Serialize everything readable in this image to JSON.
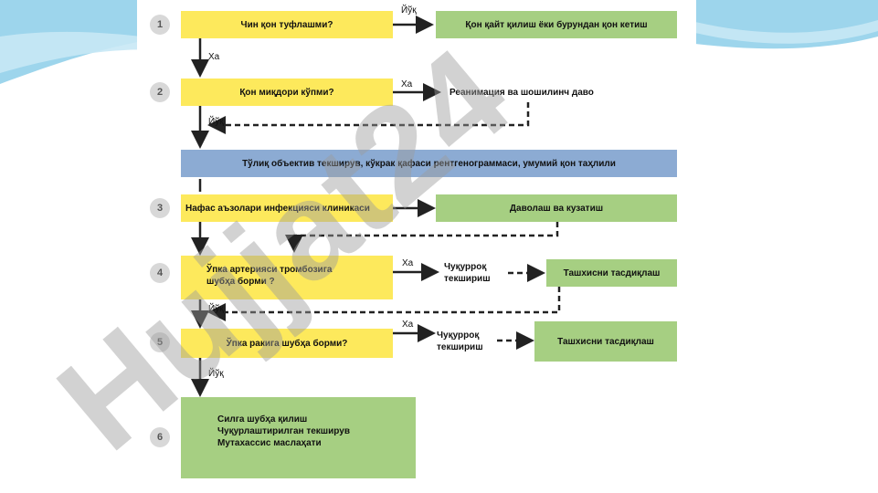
{
  "steps": [
    "1",
    "2",
    "3",
    "4",
    "5",
    "6"
  ],
  "boxes": {
    "q1": "Чин қон туфлашми?",
    "a1": "Қон қайт қилиш ёки бурундан қон кетиш",
    "q2": "Қон миқдори кўпми?",
    "a2": "Реанимация ва шошилинч даво",
    "exam": "Тўлиқ объектив текширув, кўкрак қафаси рентгенограммаси, умумий қон таҳлили",
    "q3": "Нафас аъзолари инфекцияси клиникаси",
    "a3": "Даволаш ва кузатиш",
    "q4_line1": "Ўпка артерияси тромбозига",
    "q4_line2": "шубҳа борми ?",
    "a4_line1": "Чуқурроқ",
    "a4_line2": "текшириш",
    "c4": "Ташхисни тасдиқлаш",
    "q5": "Ўпка ракига шубҳа борми?",
    "a5_line1": "Чуқурроқ",
    "a5_line2": "текшириш",
    "c5": "Ташхисни тасдиқлаш",
    "f6_line1": "Силга шубҳа қилиш",
    "f6_line2": "Чуқурлаштирилган текширув",
    "f6_line3": "Мутахассис маслаҳати"
  },
  "labels": {
    "no": "Йўқ",
    "yes": "Ха"
  },
  "watermark": "Hujjat24",
  "colors": {
    "yellow": "#fde95c",
    "green": "#a6cf82",
    "blue": "#8cabd3",
    "step_circle": "#d8d8d8",
    "watermark": "#a98ee4"
  }
}
